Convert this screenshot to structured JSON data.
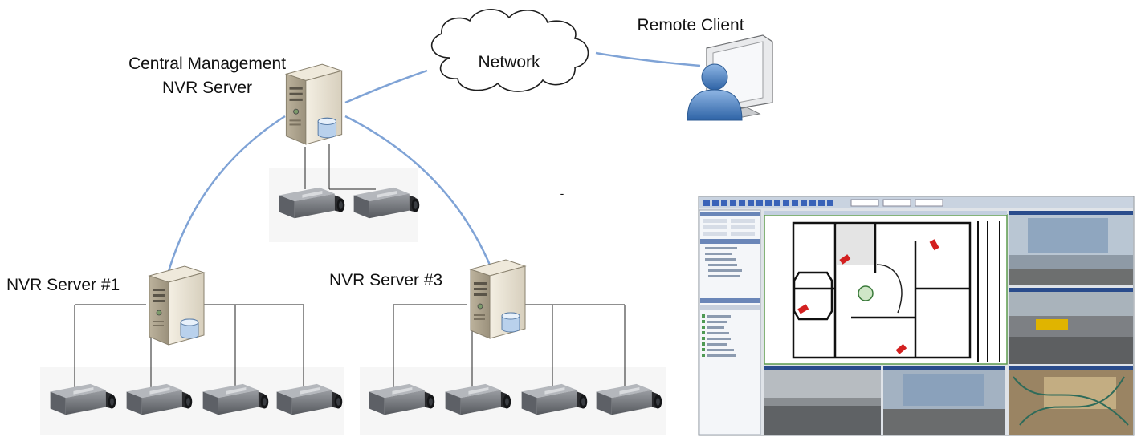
{
  "labels": {
    "central_line1": "Central Management",
    "central_line2": "NVR Server",
    "network": "Network",
    "remote_client": "Remote Client",
    "nvr1": "NVR Server #1",
    "nvr3": "NVR Server #3",
    "stray_mark": "-"
  },
  "colors": {
    "link": "#7fa3d6",
    "wire": "#222222",
    "server_body": "#e6e0d2",
    "camera_body": "#6b6e73",
    "user_blue": "#3f78b8"
  },
  "icons": {
    "server": "server-icon",
    "camera": "camera-icon",
    "cloud": "cloud-icon",
    "client": "user-at-monitor-icon",
    "software": "nvr-software-screenshot"
  }
}
